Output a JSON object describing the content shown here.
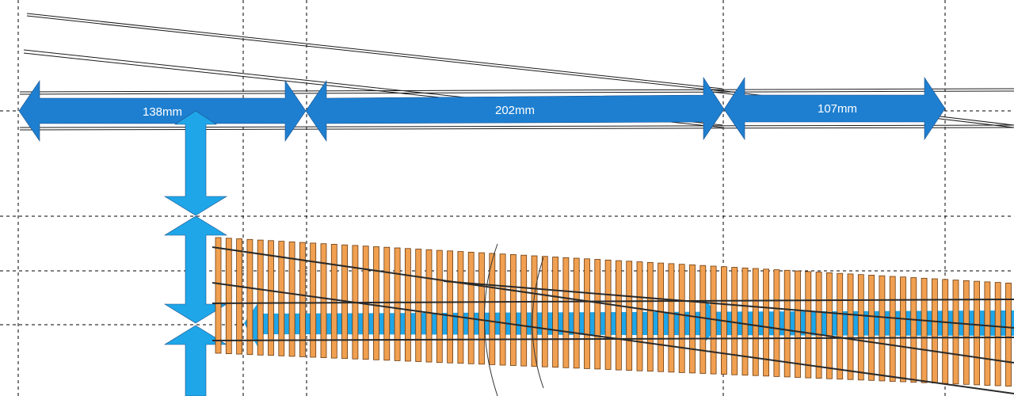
{
  "dimensions": [
    {
      "label": "138mm"
    },
    {
      "label": "202mm"
    },
    {
      "label": "107mm"
    }
  ],
  "colors": {
    "background": "#ffffff",
    "dimension_arrow": "#1e7fd0",
    "dimension_arrow_light": "#1fa6e8",
    "track_rail": "#1a1a1a",
    "sleeper": "#f0a050",
    "sleeper_edge": "#6b3a10",
    "grid": "#000000"
  }
}
